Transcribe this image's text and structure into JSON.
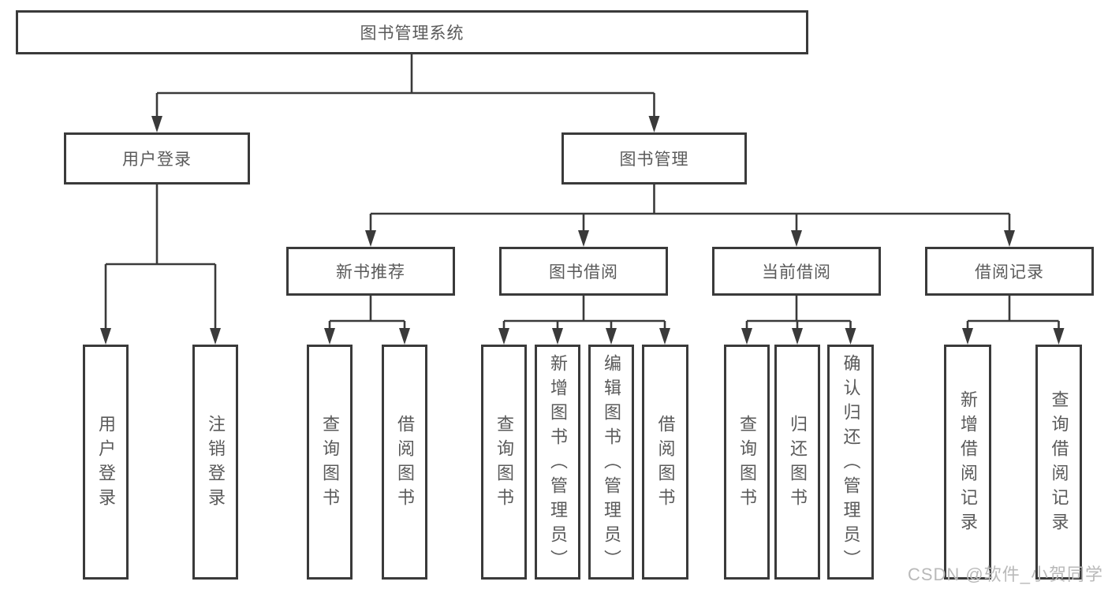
{
  "nodes": {
    "root": "图书管理系统",
    "user_login": "用户登录",
    "book_mgmt": "图书管理",
    "new_books": "新书推荐",
    "book_borrow": "图书借阅",
    "current_borrow": "当前借阅",
    "borrow_records": "借阅记录",
    "leaf_user_login": "用户登录",
    "leaf_logout": "注销登录",
    "leaf_nb_query": "查询图书",
    "leaf_nb_borrow": "借阅图书",
    "leaf_bb_query": "查询图书",
    "leaf_bb_add": "新增图书（管理员）",
    "leaf_bb_edit": "编辑图书（管理员）",
    "leaf_bb_borrow": "借阅图书",
    "leaf_cb_query": "查询图书",
    "leaf_cb_return": "归还图书",
    "leaf_cb_confirm": "确认归还（管理员）",
    "leaf_br_add": "新增借阅记录",
    "leaf_br_query": "查询借阅记录"
  },
  "watermark": "CSDN @软件_小贺同学",
  "colors": {
    "line": "#3a3a3a",
    "text": "#5a5a5a",
    "watermark": "#b9b9b9",
    "background": "#ffffff"
  }
}
